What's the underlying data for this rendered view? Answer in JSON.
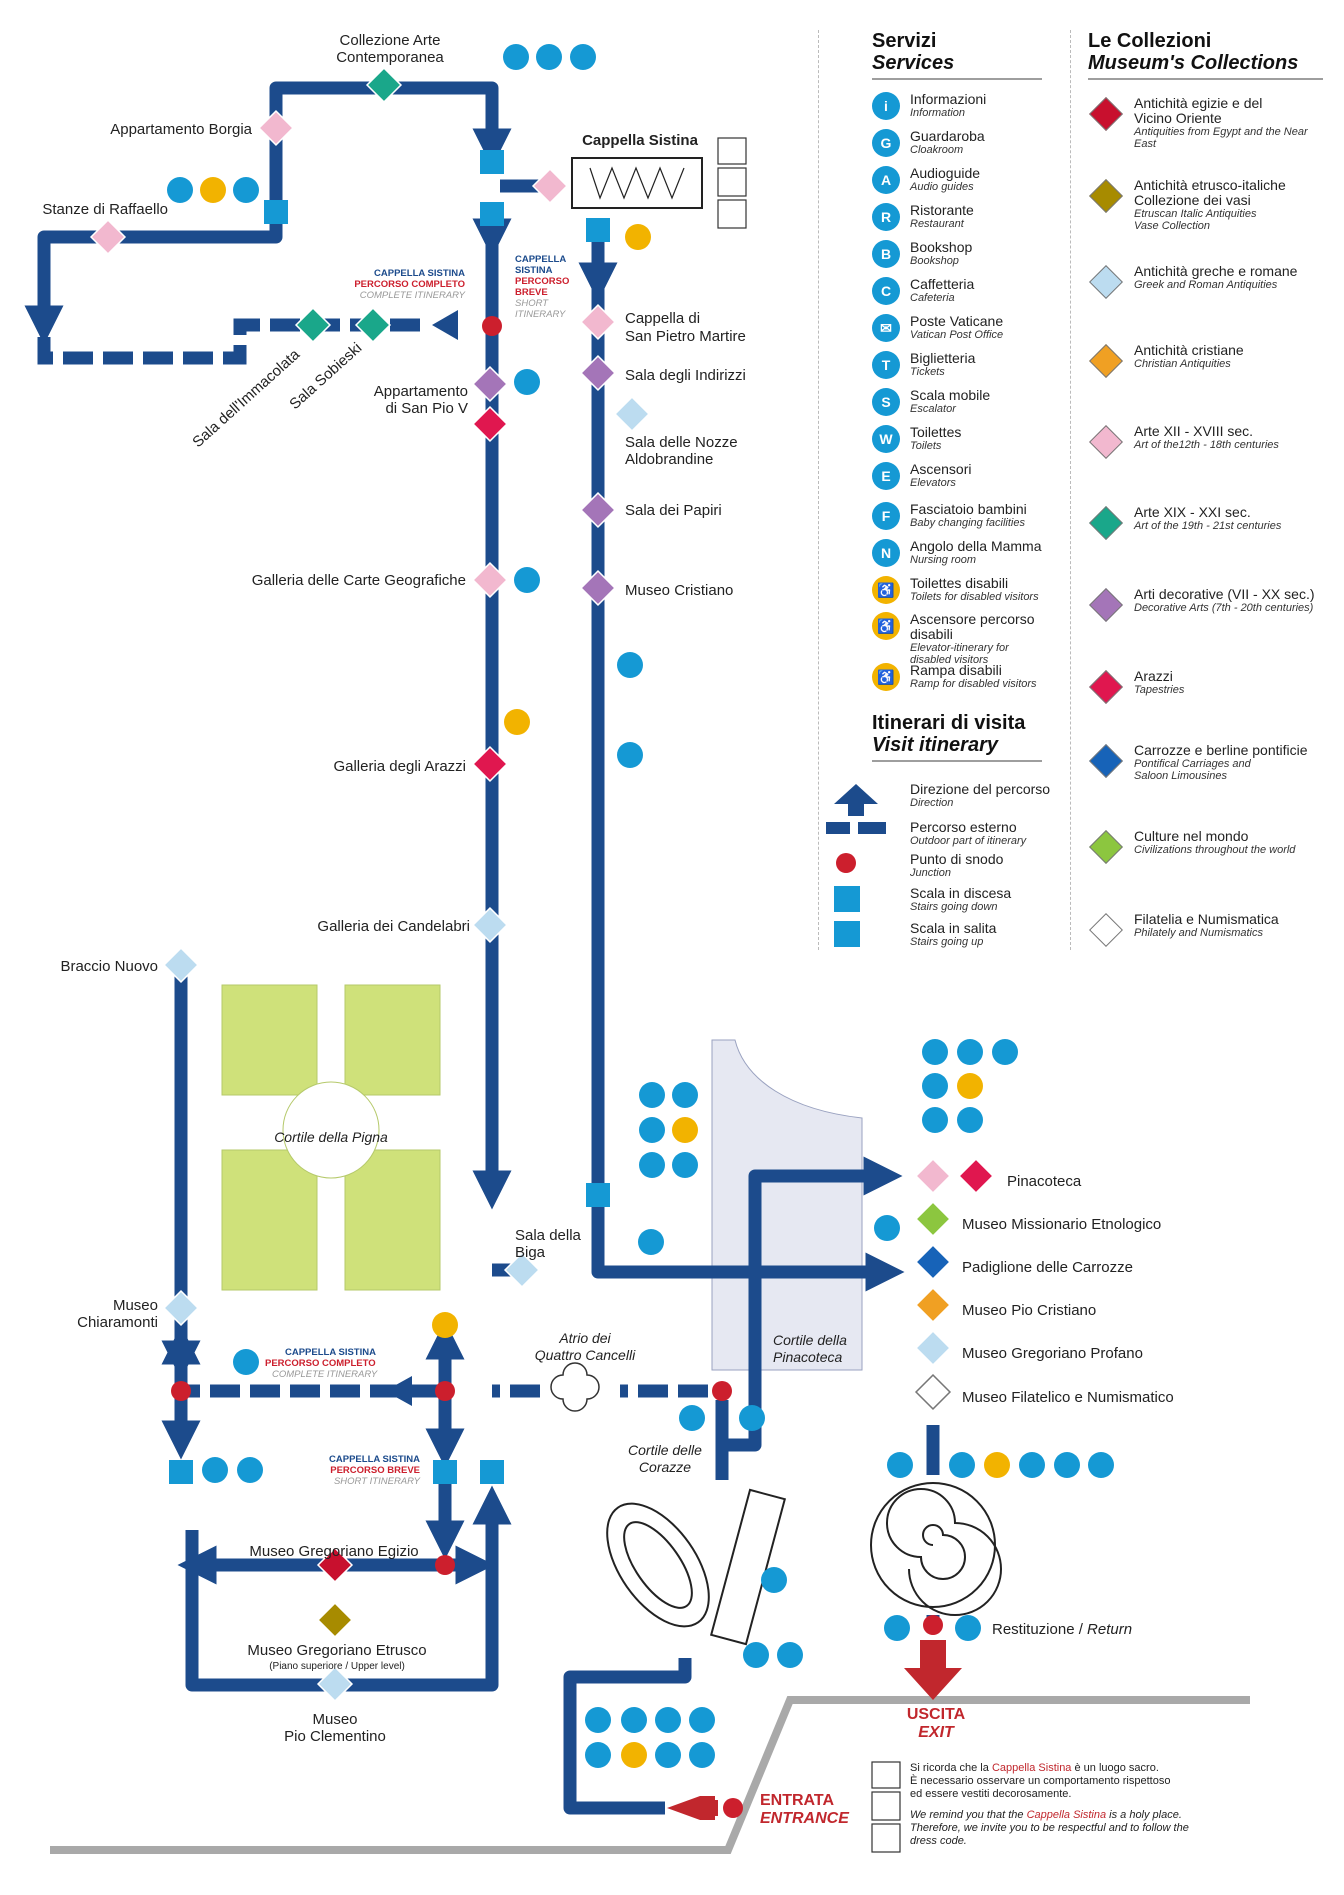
{
  "colors": {
    "route": "#1c4b8c",
    "junction": "#cc1f2d",
    "service": "#1599d4",
    "accessible": "#f2b300",
    "garden": "#cfe17a",
    "courtyard": "#e6e8f2",
    "exit": "#c1272d",
    "outdoor": "#9e9e9e"
  },
  "map_labels": {
    "arte_contemporanea": [
      "Collezione Arte",
      "Contemporanea"
    ],
    "borgia": "Appartamento Borgia",
    "raffaello": "Stanze di Raffaello",
    "sistina": "Cappella Sistina",
    "pietro": [
      "Cappella di",
      "San Pietro Martire"
    ],
    "indirizzi": "Sala degli Indirizzi",
    "nozze": [
      "Sala delle Nozze",
      "Aldobrandine"
    ],
    "papiri": "Sala dei Papiri",
    "cristiano": "Museo Cristiano",
    "immacolata": "Sala dell'Immacolata",
    "sobieski": "Sala Sobieski",
    "pio_v": [
      "Appartamento",
      "di San Pio V"
    ],
    "carte": "Galleria delle Carte Geografiche",
    "arazzi": "Galleria degli Arazzi",
    "candelabri": "Galleria dei Candelabri",
    "braccio": "Braccio Nuovo",
    "pigna": "Cortile della Pigna",
    "biga": [
      "Sala della",
      "Biga"
    ],
    "chiaramonti": [
      "Museo",
      "Chiaramonti"
    ],
    "atrio": [
      "Atrio dei",
      "Quattro Cancelli"
    ],
    "cortile_pinacoteca": [
      "Cortile della",
      "Pinacoteca"
    ],
    "corazze": [
      "Cortile delle",
      "Corazze"
    ],
    "egizio": "Museo Gregoriano Egizio",
    "etrusco": "Museo Gregoriano Etrusco",
    "etrusco_sub": "(Piano superiore / Upper level)",
    "clementino": [
      "Museo",
      "Pio Clementino"
    ],
    "pinacoteca": "Pinacoteca",
    "missionario": "Museo Missionario Etnologico",
    "carrozze": "Padiglione delle Carrozze",
    "pio_cristiano": "Museo Pio Cristiano",
    "profano": "Museo Gregoriano Profano",
    "filatelico": "Museo Filatelico e Numismatico",
    "restituzione": "Restituzione / ",
    "return": "Return",
    "uscita": "USCITA",
    "exit": "EXIT",
    "entrata": "ENTRATA",
    "entrance": "ENTRANCE",
    "route_full": [
      "CAPPELLA SISTINA",
      "PERCORSO COMPLETO",
      "COMPLETE ITINERARY"
    ],
    "route_short_top": [
      "CAPPELLA",
      "SISTINA",
      "PERCORSO",
      "BREVE",
      "SHORT",
      "ITINERARY"
    ],
    "route_short": [
      "CAPPELLA SISTINA",
      "PERCORSO BREVE",
      "SHORT ITINERARY"
    ]
  },
  "services": {
    "title": "Servizi",
    "subtitle": "Services",
    "items": [
      {
        "it": "Informazioni",
        "en": "Information",
        "icon": "i",
        "color": "b"
      },
      {
        "it": "Guardaroba",
        "en": "Cloakroom",
        "icon": "G",
        "color": "b"
      },
      {
        "it": "Audioguide",
        "en": "Audio guides",
        "icon": "A",
        "color": "b"
      },
      {
        "it": "Ristorante",
        "en": "Restaurant",
        "icon": "R",
        "color": "b"
      },
      {
        "it": "Bookshop",
        "en": "Bookshop",
        "icon": "B",
        "color": "b"
      },
      {
        "it": "Caffetteria",
        "en": "Cafeteria",
        "icon": "C",
        "color": "b"
      },
      {
        "it": "Poste Vaticane",
        "en": "Vatican Post Office",
        "icon": "✉",
        "color": "b"
      },
      {
        "it": "Biglietteria",
        "en": "Tickets",
        "icon": "T",
        "color": "b"
      },
      {
        "it": "Scala mobile",
        "en": "Escalator",
        "icon": "S",
        "color": "b"
      },
      {
        "it": "Toilettes",
        "en": "Toilets",
        "icon": "W",
        "color": "b"
      },
      {
        "it": "Ascensori",
        "en": "Elevators",
        "icon": "E",
        "color": "b"
      },
      {
        "it": "Fasciatoio bambini",
        "en": "Baby changing facilities",
        "icon": "F",
        "color": "b"
      },
      {
        "it": "Angolo della Mamma",
        "en": "Nursing room",
        "icon": "N",
        "color": "b"
      },
      {
        "it": "Toilettes disabili",
        "en": "Toilets for disabled visitors",
        "icon": "♿",
        "color": "y"
      },
      {
        "it": "Ascensore percorso disabili",
        "en": "Elevator-itinerary for",
        "en2": "disabled visitors",
        "icon": "♿",
        "color": "y"
      },
      {
        "it": "Rampa disabili",
        "en": "Ramp for disabled visitors",
        "icon": "♿",
        "color": "y"
      }
    ]
  },
  "itinerary": {
    "title": "Itinerari di visita",
    "subtitle": "Visit itinerary",
    "items": [
      {
        "it": "Direzione del percorso",
        "en": "Direction",
        "icon": "arrow-up-icon"
      },
      {
        "it": "Percorso esterno",
        "en": "Outdoor part of itinerary",
        "icon": "dashed-route-icon"
      },
      {
        "it": "Punto di snodo",
        "en": "Junction",
        "icon": "junction-dot-icon"
      },
      {
        "it": "Scala in discesa",
        "en": "Stairs going down",
        "icon": "stairs-down-icon"
      },
      {
        "it": "Scala in salita",
        "en": "Stairs going up",
        "icon": "stairs-up-icon"
      }
    ]
  },
  "collections": {
    "title": "Le Collezioni",
    "subtitle": "Museum's Collections",
    "items": [
      {
        "it": "Antichità egizie e del",
        "it2": "Vicino Oriente",
        "en": "Antiquities from Egypt and the Near East",
        "color": "#c8102e"
      },
      {
        "it": "Antichità etrusco-italiche",
        "it2": "Collezione dei vasi",
        "en": "Etruscan Italic Antiquities",
        "en2": "Vase Collection",
        "color": "#a78b00"
      },
      {
        "it": "Antichità greche e romane",
        "en": "Greek and Roman Antiquities",
        "color": "#bcdcf0"
      },
      {
        "it": "Antichità cristiane",
        "en": "Christian Antiquities",
        "color": "#f0a023"
      },
      {
        "it": "Arte XII - XVIII sec.",
        "en": "Art of the12th - 18th centuries",
        "color": "#f2b8cf"
      },
      {
        "it": "Arte XIX - XXI sec.",
        "en": "Art of the 19th - 21st centuries",
        "color": "#1aa78a"
      },
      {
        "it": "Arti decorative (VII - XX sec.)",
        "en": "Decorative Arts (7th - 20th centuries)",
        "color": "#a475b8"
      },
      {
        "it": "Arazzi",
        "en": "Tapestries",
        "color": "#e0174f"
      },
      {
        "it": "Carrozze e berline pontificie",
        "en": "Pontifical Carriages and",
        "en2": "Saloon Limousines",
        "color": "#1763b8"
      },
      {
        "it": "Culture nel mondo",
        "en": "Civilizations throughout the world",
        "color": "#8cc63f"
      },
      {
        "it": "Filatelia e Numismatica",
        "en": "Philately and Numismatics",
        "color": "#ffffff"
      }
    ]
  },
  "notice": {
    "it_1": "Si ricorda che la ",
    "it_red": "Cappella Sistina",
    "it_2": " è un luogo sacro.",
    "it_3": "È necessario osservare un comportamento rispettoso",
    "it_4": "ed essere vestiti decorosamente.",
    "en_1": "We remind you that the ",
    "en_red": "Cappella Sistina",
    "en_2": " is a holy place.",
    "en_3": "Therefore, we invite you to be respectful and to follow the",
    "en_4": "dress code."
  }
}
